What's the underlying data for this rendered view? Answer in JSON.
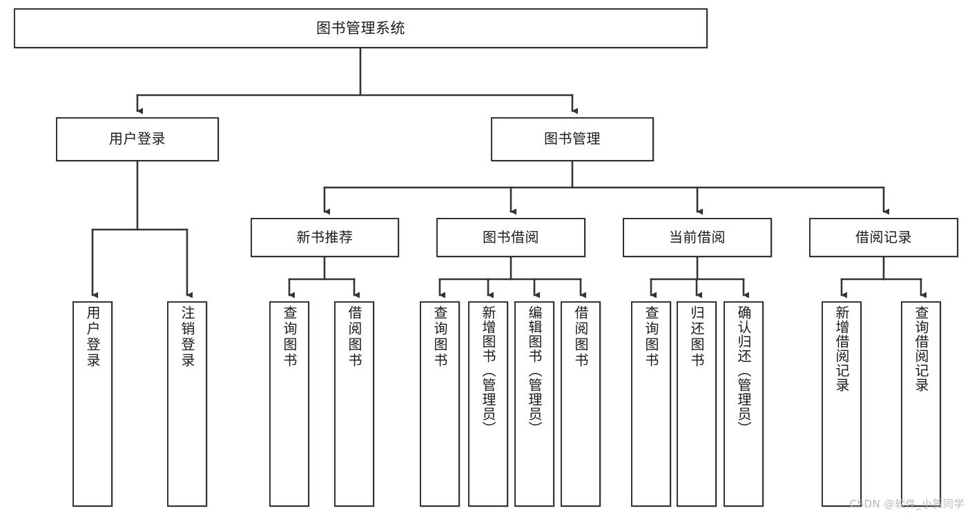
{
  "diagram": {
    "type": "tree-hierarchy",
    "title": "图书管理系统",
    "root": {
      "label": "图书管理系统"
    },
    "level2": [
      {
        "id": "user-login",
        "label": "用户登录"
      },
      {
        "id": "book-manage",
        "label": "图书管理"
      }
    ],
    "level3": [
      {
        "id": "new-book-recommend",
        "label": "新书推荐"
      },
      {
        "id": "book-borrow",
        "label": "图书借阅"
      },
      {
        "id": "current-borrow",
        "label": "当前借阅"
      },
      {
        "id": "borrow-record",
        "label": "借阅记录"
      }
    ],
    "leaves": [
      {
        "id": "leaf-user-login",
        "label": "用户登录",
        "parent": "user-login"
      },
      {
        "id": "leaf-user-logout",
        "label": "注销登录",
        "parent": "user-login"
      },
      {
        "id": "leaf-query-book-1",
        "label": "查询图书",
        "parent": "new-book-recommend"
      },
      {
        "id": "leaf-borrow-book-1",
        "label": "借阅图书",
        "parent": "new-book-recommend"
      },
      {
        "id": "leaf-query-book-2",
        "label": "查询图书",
        "parent": "book-borrow"
      },
      {
        "id": "leaf-add-book",
        "label": "新增图书（管理员）",
        "parent": "book-borrow"
      },
      {
        "id": "leaf-edit-book",
        "label": "编辑图书（管理员）",
        "parent": "book-borrow"
      },
      {
        "id": "leaf-borrow-book-2",
        "label": "借阅图书",
        "parent": "book-borrow"
      },
      {
        "id": "leaf-query-book-3",
        "label": "查询图书",
        "parent": "current-borrow"
      },
      {
        "id": "leaf-return-book",
        "label": "归还图书",
        "parent": "current-borrow"
      },
      {
        "id": "leaf-confirm-return",
        "label": "确认归还（管理员）",
        "parent": "current-borrow"
      },
      {
        "id": "leaf-add-record",
        "label": "新增借阅记录",
        "parent": "borrow-record"
      },
      {
        "id": "leaf-query-record",
        "label": "查询借阅记录",
        "parent": "borrow-record"
      }
    ]
  },
  "watermark": {
    "text": "CSDN @软件_小贺同学"
  },
  "colors": {
    "border": "#333333",
    "background": "#ffffff",
    "text": "#1a1a1a",
    "watermark": "#b9b9b9"
  }
}
